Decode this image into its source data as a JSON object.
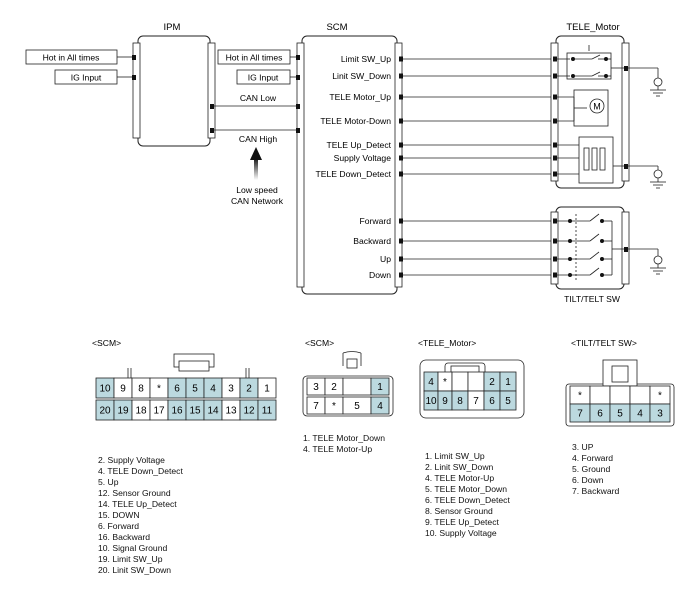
{
  "top": {
    "ipm_title": "IPM",
    "scm_title": "SCM",
    "tele_title": "TELE_Motor",
    "tilt_title": "TILT/TELT SW",
    "ipm_inputs": [
      "Hot in All times",
      "IG Input"
    ],
    "scm_inputs": [
      "Hot in All times",
      "IG  Input"
    ],
    "can_low": "CAN Low",
    "can_high": "CAN High",
    "can_note": [
      "Low speed",
      "CAN Network"
    ],
    "scm_pins_top": [
      "Limit SW_Up",
      "Linit SW_Down",
      "TELE Motor_Up",
      "TELE Motor-Down",
      "TELE Up_Detect",
      "Supply Voltage",
      "TELE Down_Detect"
    ],
    "scm_pins_bottom": [
      "Forward",
      "Backward",
      "Up",
      "Down"
    ],
    "motor_symbol": "M"
  },
  "connectors": {
    "scm_large": {
      "title": "<SCM>",
      "row1": [
        "10",
        "9",
        "8",
        "*",
        "6",
        "5",
        "4",
        "3",
        "2",
        "1"
      ],
      "row2": [
        "20",
        "19",
        "18",
        "17",
        "16",
        "15",
        "14",
        "13",
        "12",
        "11"
      ],
      "pins": [
        "2. Supply Voltage",
        "4. TELE Down_Detect",
        "5. Up",
        "12. Sensor Ground",
        "14. TELE Up_Detect",
        "15. DOWN",
        "6. Forward",
        "16. Backward",
        "10. Signal Ground",
        "19. Limit SW_Up",
        "20. Linit SW_Down"
      ]
    },
    "scm_small": {
      "title": "<SCM>",
      "row1": [
        "3",
        "2",
        "",
        "1"
      ],
      "row2": [
        "7",
        "*",
        "5",
        "4"
      ],
      "pins": [
        "1. TELE Motor_Down",
        "4. TELE Motor-Up"
      ]
    },
    "tele_motor": {
      "title": "<TELE_Motor>",
      "row1": [
        "4",
        "*",
        "",
        "",
        "2",
        "1"
      ],
      "row2": [
        "10",
        "9",
        "8",
        "7",
        "6",
        "5"
      ],
      "pins": [
        "1. Limit SW_Up",
        "2. Linit SW_Down",
        "4. TELE Motor-Up",
        "5. TELE Motor_Down",
        "6. TELE Down_Detect",
        "8. Sensor Ground",
        "9. TELE Up_Detect",
        "10. Supply Voltage"
      ]
    },
    "tilt": {
      "title": "<TILT/TELT SW>",
      "row1": [
        "*",
        "",
        "",
        "",
        "*"
      ],
      "row2": [
        "7",
        "6",
        "5",
        "4",
        "3"
      ],
      "pins": [
        "3. UP",
        "4. Forward",
        "5. Ground",
        "6. Down",
        "7. Backward"
      ]
    }
  },
  "colors": {
    "pin_fill": "#bcd9df",
    "line": "#222222"
  }
}
